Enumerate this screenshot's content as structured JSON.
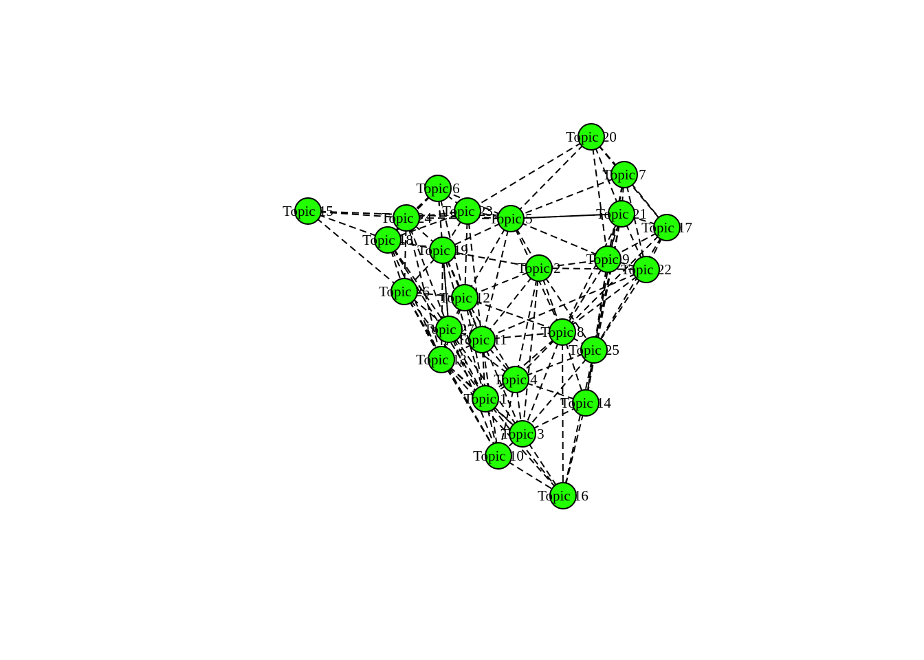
{
  "network": {
    "node_color": "#22ff00",
    "edge_color": "#000000",
    "edge_style": "dashed",
    "nodes": [
      {
        "id": 1,
        "label": "Topic 1"
      },
      {
        "id": 2,
        "label": "Topic 2"
      },
      {
        "id": 3,
        "label": "Topic 3"
      },
      {
        "id": 4,
        "label": "Topic 4"
      },
      {
        "id": 5,
        "label": "Topic 5"
      },
      {
        "id": 6,
        "label": "Topic 6"
      },
      {
        "id": 7,
        "label": "Topic 7"
      },
      {
        "id": 8,
        "label": "Topic 8"
      },
      {
        "id": 9,
        "label": "Topic 9"
      },
      {
        "id": 10,
        "label": "Topic 10"
      },
      {
        "id": 11,
        "label": "Topic 11"
      },
      {
        "id": 12,
        "label": "Topic 12"
      },
      {
        "id": 13,
        "label": "Topic 13"
      },
      {
        "id": 14,
        "label": "Topic 14"
      },
      {
        "id": 15,
        "label": "Topic 15"
      },
      {
        "id": 16,
        "label": "Topic 16"
      },
      {
        "id": 17,
        "label": "Topic 17"
      },
      {
        "id": 18,
        "label": "Topic 18"
      },
      {
        "id": 19,
        "label": "Topic 19"
      },
      {
        "id": 20,
        "label": "Topic 20"
      },
      {
        "id": 21,
        "label": "Topic 21"
      },
      {
        "id": 22,
        "label": "Topic 22"
      },
      {
        "id": 23,
        "label": "Topic 23"
      },
      {
        "id": 24,
        "label": "Topic 24"
      },
      {
        "id": 25,
        "label": "Topic 25"
      },
      {
        "id": 26,
        "label": "Topic 26"
      },
      {
        "id": 27,
        "label": "Topic 27"
      }
    ],
    "edges": [
      [
        15,
        24
      ],
      [
        15,
        18
      ],
      [
        15,
        26
      ],
      [
        15,
        5
      ],
      [
        20,
        7
      ],
      [
        20,
        21
      ],
      [
        20,
        17
      ],
      [
        20,
        9
      ],
      [
        20,
        5
      ],
      [
        20,
        23
      ],
      [
        7,
        17
      ],
      [
        7,
        21
      ],
      [
        7,
        22
      ],
      [
        7,
        25
      ],
      [
        7,
        9
      ],
      [
        7,
        5
      ],
      [
        17,
        21
      ],
      [
        17,
        22
      ],
      [
        17,
        9
      ],
      [
        17,
        25
      ],
      [
        17,
        8
      ],
      [
        21,
        22
      ],
      [
        21,
        9
      ],
      [
        21,
        25
      ],
      [
        21,
        8
      ],
      [
        21,
        14
      ],
      [
        21,
        5
      ],
      [
        22,
        9
      ],
      [
        22,
        25
      ],
      [
        22,
        8
      ],
      [
        22,
        2
      ],
      [
        22,
        11
      ],
      [
        9,
        25
      ],
      [
        9,
        8
      ],
      [
        9,
        2
      ],
      [
        9,
        5
      ],
      [
        9,
        14
      ],
      [
        5,
        23
      ],
      [
        5,
        24
      ],
      [
        5,
        6
      ],
      [
        5,
        19
      ],
      [
        5,
        2
      ],
      [
        5,
        12
      ],
      [
        5,
        11
      ],
      [
        5,
        21
      ],
      [
        5,
        8
      ],
      [
        2,
        8
      ],
      [
        2,
        12
      ],
      [
        2,
        19
      ],
      [
        2,
        11
      ],
      [
        2,
        4
      ],
      [
        2,
        25
      ],
      [
        2,
        3
      ],
      [
        6,
        24
      ],
      [
        6,
        23
      ],
      [
        6,
        19
      ],
      [
        6,
        12
      ],
      [
        6,
        18
      ],
      [
        6,
        27
      ],
      [
        23,
        24
      ],
      [
        23,
        19
      ],
      [
        23,
        12
      ],
      [
        23,
        18
      ],
      [
        23,
        11
      ],
      [
        24,
        18
      ],
      [
        24,
        19
      ],
      [
        24,
        26
      ],
      [
        24,
        27
      ],
      [
        24,
        13
      ],
      [
        18,
        19
      ],
      [
        18,
        26
      ],
      [
        18,
        27
      ],
      [
        18,
        13
      ],
      [
        18,
        1
      ],
      [
        19,
        12
      ],
      [
        19,
        26
      ],
      [
        19,
        27
      ],
      [
        19,
        13
      ],
      [
        19,
        11
      ],
      [
        19,
        1
      ],
      [
        26,
        12
      ],
      [
        26,
        27
      ],
      [
        26,
        13
      ],
      [
        26,
        1
      ],
      [
        26,
        10
      ],
      [
        12,
        27
      ],
      [
        12,
        11
      ],
      [
        12,
        13
      ],
      [
        12,
        8
      ],
      [
        12,
        4
      ],
      [
        12,
        1
      ],
      [
        27,
        11
      ],
      [
        27,
        13
      ],
      [
        27,
        1
      ],
      [
        27,
        4
      ],
      [
        27,
        10
      ],
      [
        27,
        3
      ],
      [
        11,
        13
      ],
      [
        11,
        1
      ],
      [
        11,
        4
      ],
      [
        11,
        8
      ],
      [
        11,
        3
      ],
      [
        11,
        10
      ],
      [
        13,
        1
      ],
      [
        13,
        10
      ],
      [
        13,
        3
      ],
      [
        13,
        16
      ],
      [
        8,
        25
      ],
      [
        8,
        4
      ],
      [
        8,
        3
      ],
      [
        8,
        1
      ],
      [
        8,
        14
      ],
      [
        8,
        16
      ],
      [
        25,
        4
      ],
      [
        25,
        14
      ],
      [
        25,
        3
      ],
      [
        25,
        16
      ],
      [
        4,
        1
      ],
      [
        4,
        3
      ],
      [
        4,
        14
      ],
      [
        4,
        10
      ],
      [
        1,
        3
      ],
      [
        1,
        10
      ],
      [
        1,
        16
      ],
      [
        3,
        10
      ],
      [
        3,
        16
      ],
      [
        3,
        14
      ],
      [
        14,
        16
      ],
      [
        10,
        16
      ]
    ]
  }
}
